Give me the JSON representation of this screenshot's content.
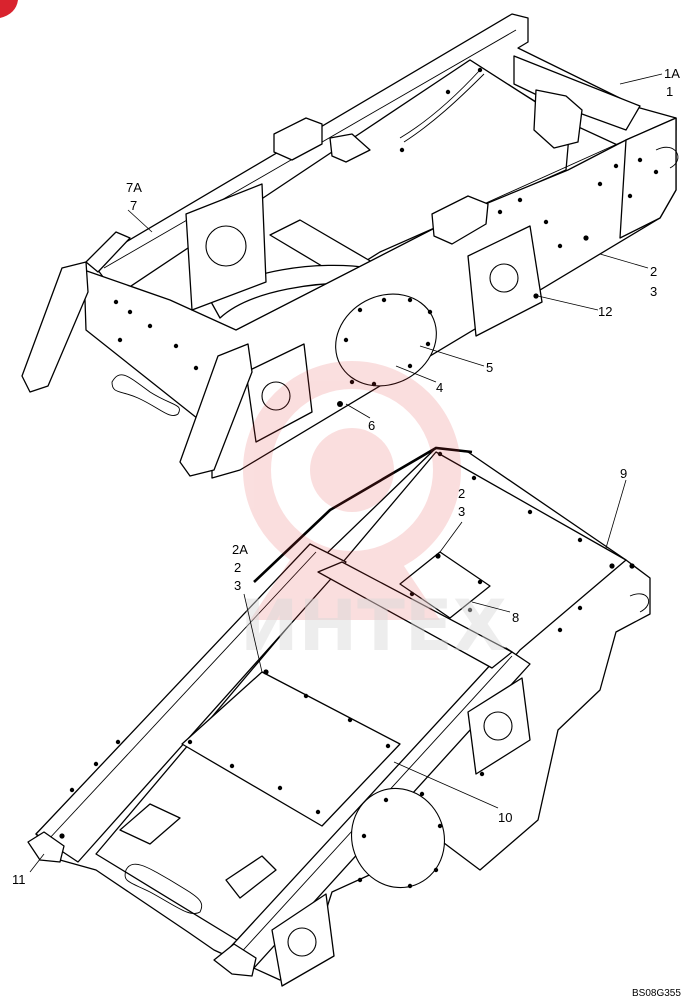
{
  "callouts": {
    "c1a": "1A",
    "c1": "1",
    "c7a": "7A",
    "c7": "7",
    "c2_top": "2",
    "c3_top": "3",
    "c12": "12",
    "c5": "5",
    "c4": "4",
    "c6": "6",
    "c9": "9",
    "c2_mid": "2",
    "c3_mid": "3",
    "c2a": "2A",
    "c2_left": "2",
    "c3_left": "3",
    "c8": "8",
    "c10": "10",
    "c11": "11"
  },
  "drawing_code": "BS08G355",
  "watermark": "ИНТЕХ",
  "colors": {
    "line": "#000000",
    "watermark_red": "#e23a3a",
    "watermark_gray": "#d8d8d8",
    "corner_badge": "#d9232e"
  }
}
